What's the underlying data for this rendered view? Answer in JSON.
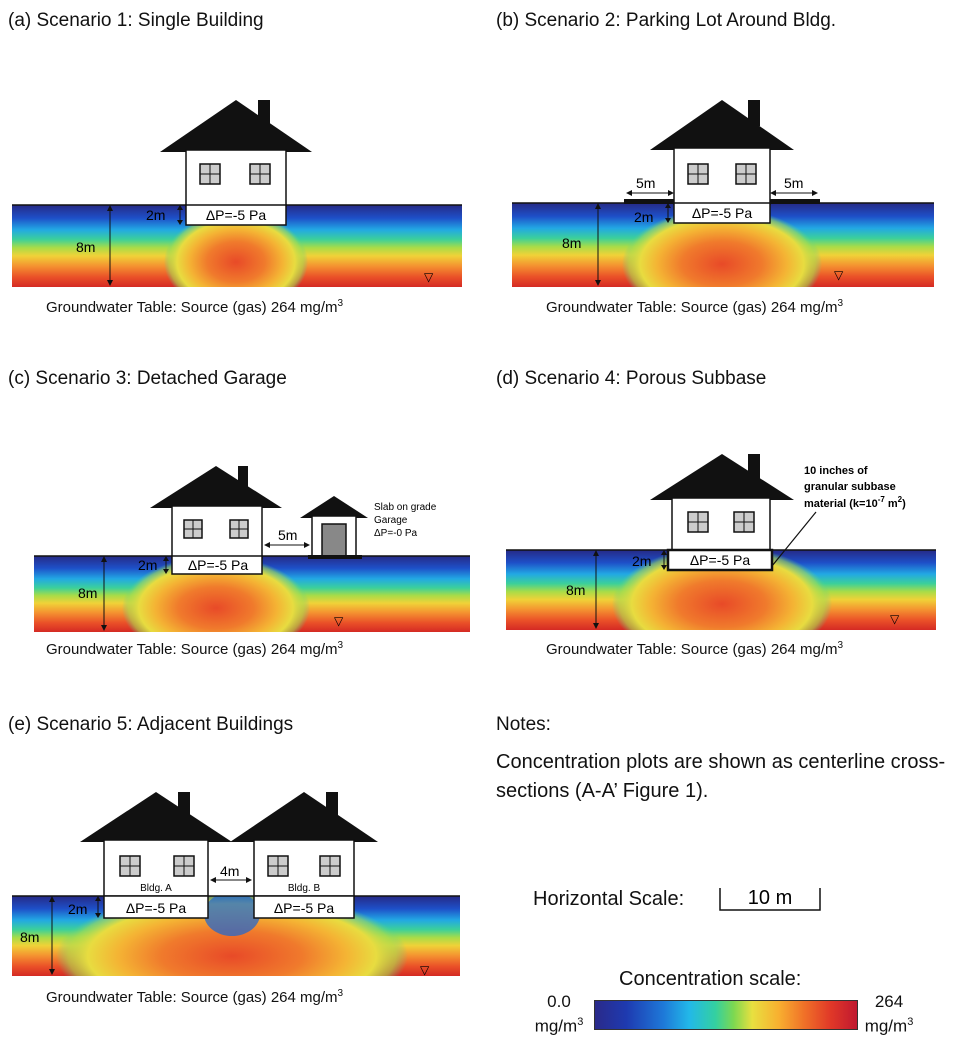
{
  "panels": {
    "a": {
      "title": "(a) Scenario 1: Single Building"
    },
    "b": {
      "title": "(b) Scenario 2: Parking Lot Around Bldg."
    },
    "c": {
      "title": "(c) Scenario 3: Detached Garage"
    },
    "d": {
      "title": "(d) Scenario 4: Porous Subbase"
    },
    "e": {
      "title": "(e) Scenario 5: Adjacent Buildings"
    }
  },
  "labels": {
    "pressure": "ΔP=-5 Pa",
    "depth_2m": "2m",
    "depth_8m": "8m",
    "parking_width": "5m",
    "garage_gap": "5m",
    "buildings_gap": "4m",
    "garage_line1": "Slab on grade",
    "garage_line2": "Garage",
    "garage_line3": "ΔP=-0 Pa",
    "subbase_line1": "10 inches of",
    "subbase_line2": "granular subbase",
    "subbase_line3": "material (k=10",
    "subbase_exp": "-7",
    "subbase_unit": " m",
    "subbase_unit_exp": "2",
    "subbase_close": ")",
    "bldg_a": "Bldg. A",
    "bldg_b": "Bldg. B",
    "water_table_symbol": "▽"
  },
  "caption": {
    "text": "Groundwater Table:  Source (gas) 264 mg/m",
    "sup": "3"
  },
  "notes": {
    "heading": "Notes:",
    "body": "Concentration plots are shown as centerline cross-sections (A-A’ Figure 1)."
  },
  "horizontal_scale": {
    "label": "Horizontal Scale:",
    "value": "10 m"
  },
  "concentration_scale": {
    "title": "Concentration scale:",
    "min_value": "0.0",
    "max_value": "264",
    "unit": "mg/m",
    "unit_sup": "3"
  },
  "colors": {
    "low": "#1e3ab0",
    "mid": "#e8e040",
    "high": "#e03828",
    "roof": "#111111"
  }
}
